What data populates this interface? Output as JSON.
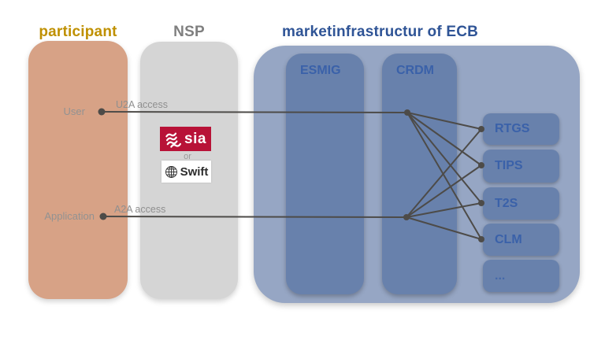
{
  "header": {
    "participant_title": "participant",
    "nsp_title": "NSP",
    "ecb_title": "marketinfrastructur of ECB"
  },
  "participant": {
    "user_label": "User",
    "application_label": "Application"
  },
  "connections": {
    "u2a_label": "U2A access",
    "a2a_label": "A2A access"
  },
  "nsp": {
    "sia_label": "sia",
    "or_label": "or",
    "swift_label": "Swift"
  },
  "ecb": {
    "esmig_label": "ESMIG",
    "crdm_label": "CRDM",
    "services": [
      "RTGS",
      "TIPS",
      "T2S",
      "CLM",
      "..."
    ]
  },
  "colors": {
    "participant_fill": "#D7A286",
    "participant_title": "#BF9000",
    "nsp_fill": "#D5D5D5",
    "nsp_title": "#7F7F7F",
    "ecb_outer_fill": "#96A6C4",
    "ecb_inner_fill": "#6881AC",
    "ecb_title": "#2F5496",
    "box_label_blue": "#3A61A9",
    "connection_line": "#4D4B48",
    "sia_red": "#B81237"
  }
}
